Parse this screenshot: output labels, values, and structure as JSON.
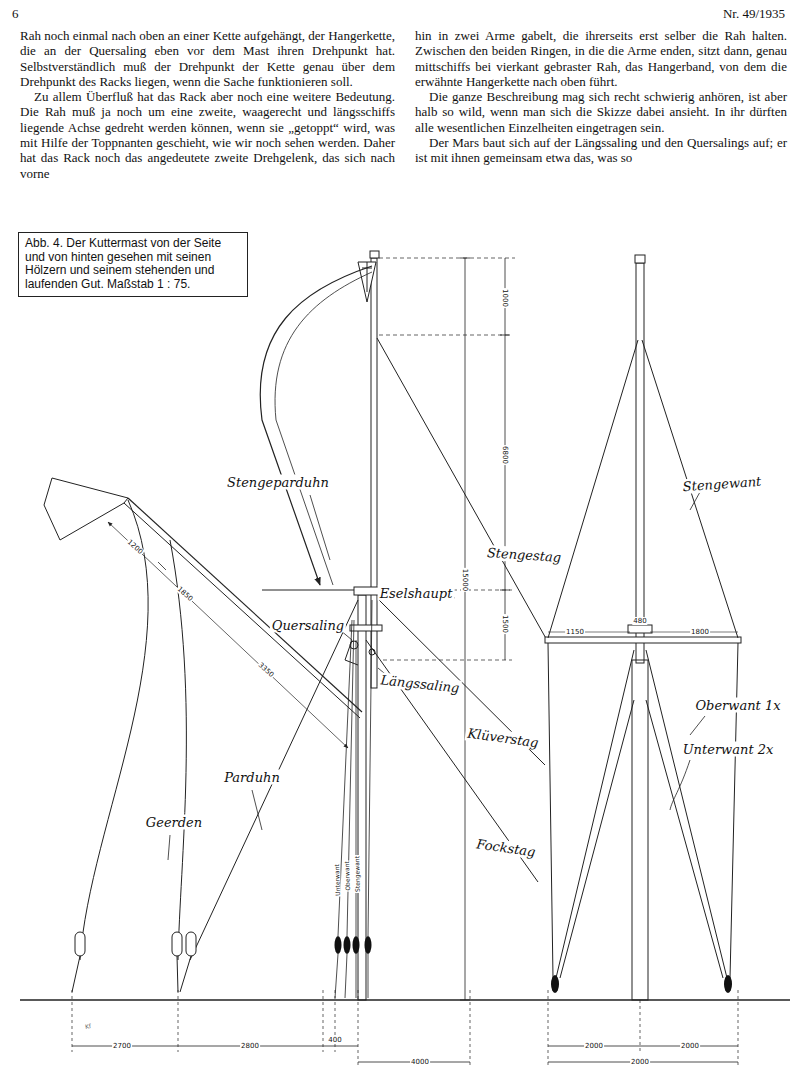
{
  "diagram": {
    "nodes": [
      {
        "text": [
          "Abb. 4. Der Kuttermast von der Seite und von hinten gesehen mit seinen Hölzern und seinem stehenden und laufenden Gut. Maßstab 1 : 75."
        ]
      }
    ],
    "labels": [
      "6",
      "Nr. 49/1935",
      "Rah noch einmal nach oben an einer Kette aufgehängt, der Hangerkette, die an der Quersaling eben vor dem Mast ihren Drehpunkt hat. Selbstverständlich muß der Drehpunkt der Kette genau über dem Drehpunkt des Racks liegen, wenn die Sache funktionieren soll.",
      "Zu allem Überfluß hat das Rack aber noch eine weitere Bedeutung. Die Rah muß ja noch um eine zweite, waagerecht und längsschiffs liegende Achse gedreht werden können, wenn sie „getoppt“ wird, was mit Hilfe der Toppnanten geschieht, wie wir noch sehen werden. Daher hat das Rack noch das angedeutete zweite Drehgelenk, das sich nach vorne",
      "hin in zwei Arme gabelt, die ihrerseits erst selber die Rah halten. Zwischen den beiden Ringen, in die die Arme enden, sitzt dann, genau mittschiffs bei vierkant gebraster Rah, das Hangerband, von dem die erwähnte Hangerkette nach oben führt.",
      "Die ganze Beschreibung mag sich recht schwierig anhören, ist aber halb so wild, wenn man sich die Skizze dabei ansieht. In ihr dürften alle wesentlichen Einzelheiten eingetragen sein.",
      "Der Mars baut sich auf der Längssaling und den Quersalings auf; er ist mit ihnen gemeinsam etwa das, was so",
      "Stengeparduhn",
      "Stengestag",
      "Eselshaupt",
      "Quersaling",
      "Längssaling",
      "Klüverstag",
      "Parduhn",
      "Geerden",
      "Fockstag",
      "Stengewant",
      "Oberwant 1x",
      "Unterwant 2x",
      "Unterwant",
      "Oberwant",
      "Stengewant",
      "1000",
      "6800",
      "1500",
      "15000",
      "1200",
      "1850",
      "3350",
      "1150",
      "480",
      "1800",
      "2700",
      "2800",
      "400",
      "4000",
      "2000",
      "2000",
      "2000",
      "Kf"
    ]
  }
}
